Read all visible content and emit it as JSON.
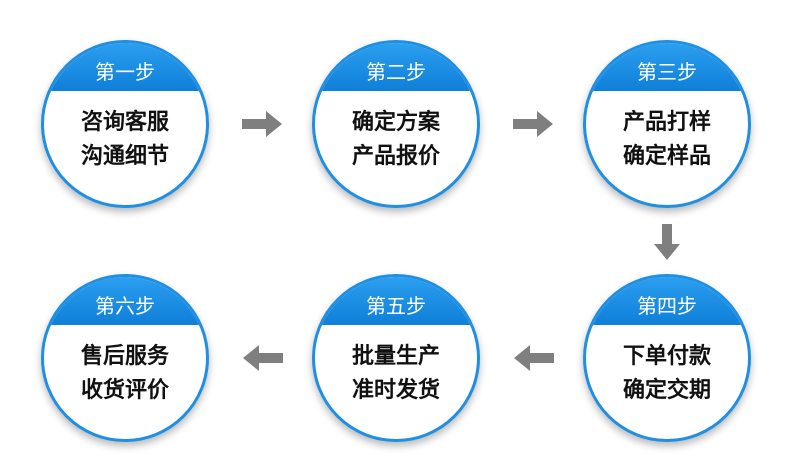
{
  "colors": {
    "circle_border": "#1f8fe3",
    "banner": "#1a8fe6",
    "arrow": "#7f7f7f",
    "title_text": "#ffffff",
    "body_text": "#111111"
  },
  "steps": [
    {
      "title": "第一步",
      "line1": "咨询客服",
      "line2": "沟通细节"
    },
    {
      "title": "第二步",
      "line1": "确定方案",
      "line2": "产品报价"
    },
    {
      "title": "第三步",
      "line1": "产品打样",
      "line2": "确定样品"
    },
    {
      "title": "第四步",
      "line1": "下单付款",
      "line2": "确定交期"
    },
    {
      "title": "第五步",
      "line1": "批量生产",
      "line2": "准时发货"
    },
    {
      "title": "第六步",
      "line1": "售后服务",
      "line2": "收货评价"
    }
  ],
  "arrows": [
    {
      "from": "第一步",
      "to": "第二步",
      "direction": "right",
      "icon": "arrow-right-icon"
    },
    {
      "from": "第二步",
      "to": "第三步",
      "direction": "right",
      "icon": "arrow-right-icon"
    },
    {
      "from": "第三步",
      "to": "第四步",
      "direction": "down",
      "icon": "arrow-down-icon"
    },
    {
      "from": "第四步",
      "to": "第五步",
      "direction": "left",
      "icon": "arrow-left-icon"
    },
    {
      "from": "第五步",
      "to": "第六步",
      "direction": "left",
      "icon": "arrow-left-icon"
    }
  ]
}
